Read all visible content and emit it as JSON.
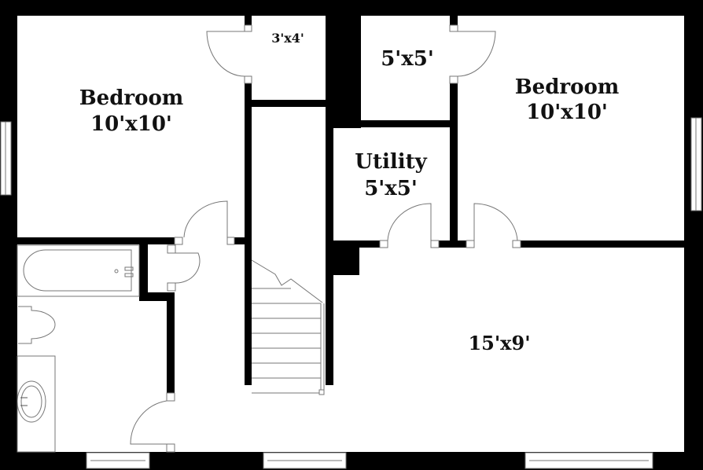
{
  "rooms": {
    "bedroom_left": {
      "name": "Bedroom",
      "size": "10'x10'"
    },
    "closet": {
      "size": "3'x4'"
    },
    "closet_right": {
      "size": "5'x5'"
    },
    "bedroom_right": {
      "name": "Bedroom",
      "size": "10'x10'"
    },
    "utility": {
      "name": "Utility",
      "size": "5'x5'"
    },
    "hall": {
      "size": "15'x9'"
    }
  },
  "colors": {
    "wall": "#000000",
    "fixture": "#777777",
    "background": "#ffffff"
  }
}
